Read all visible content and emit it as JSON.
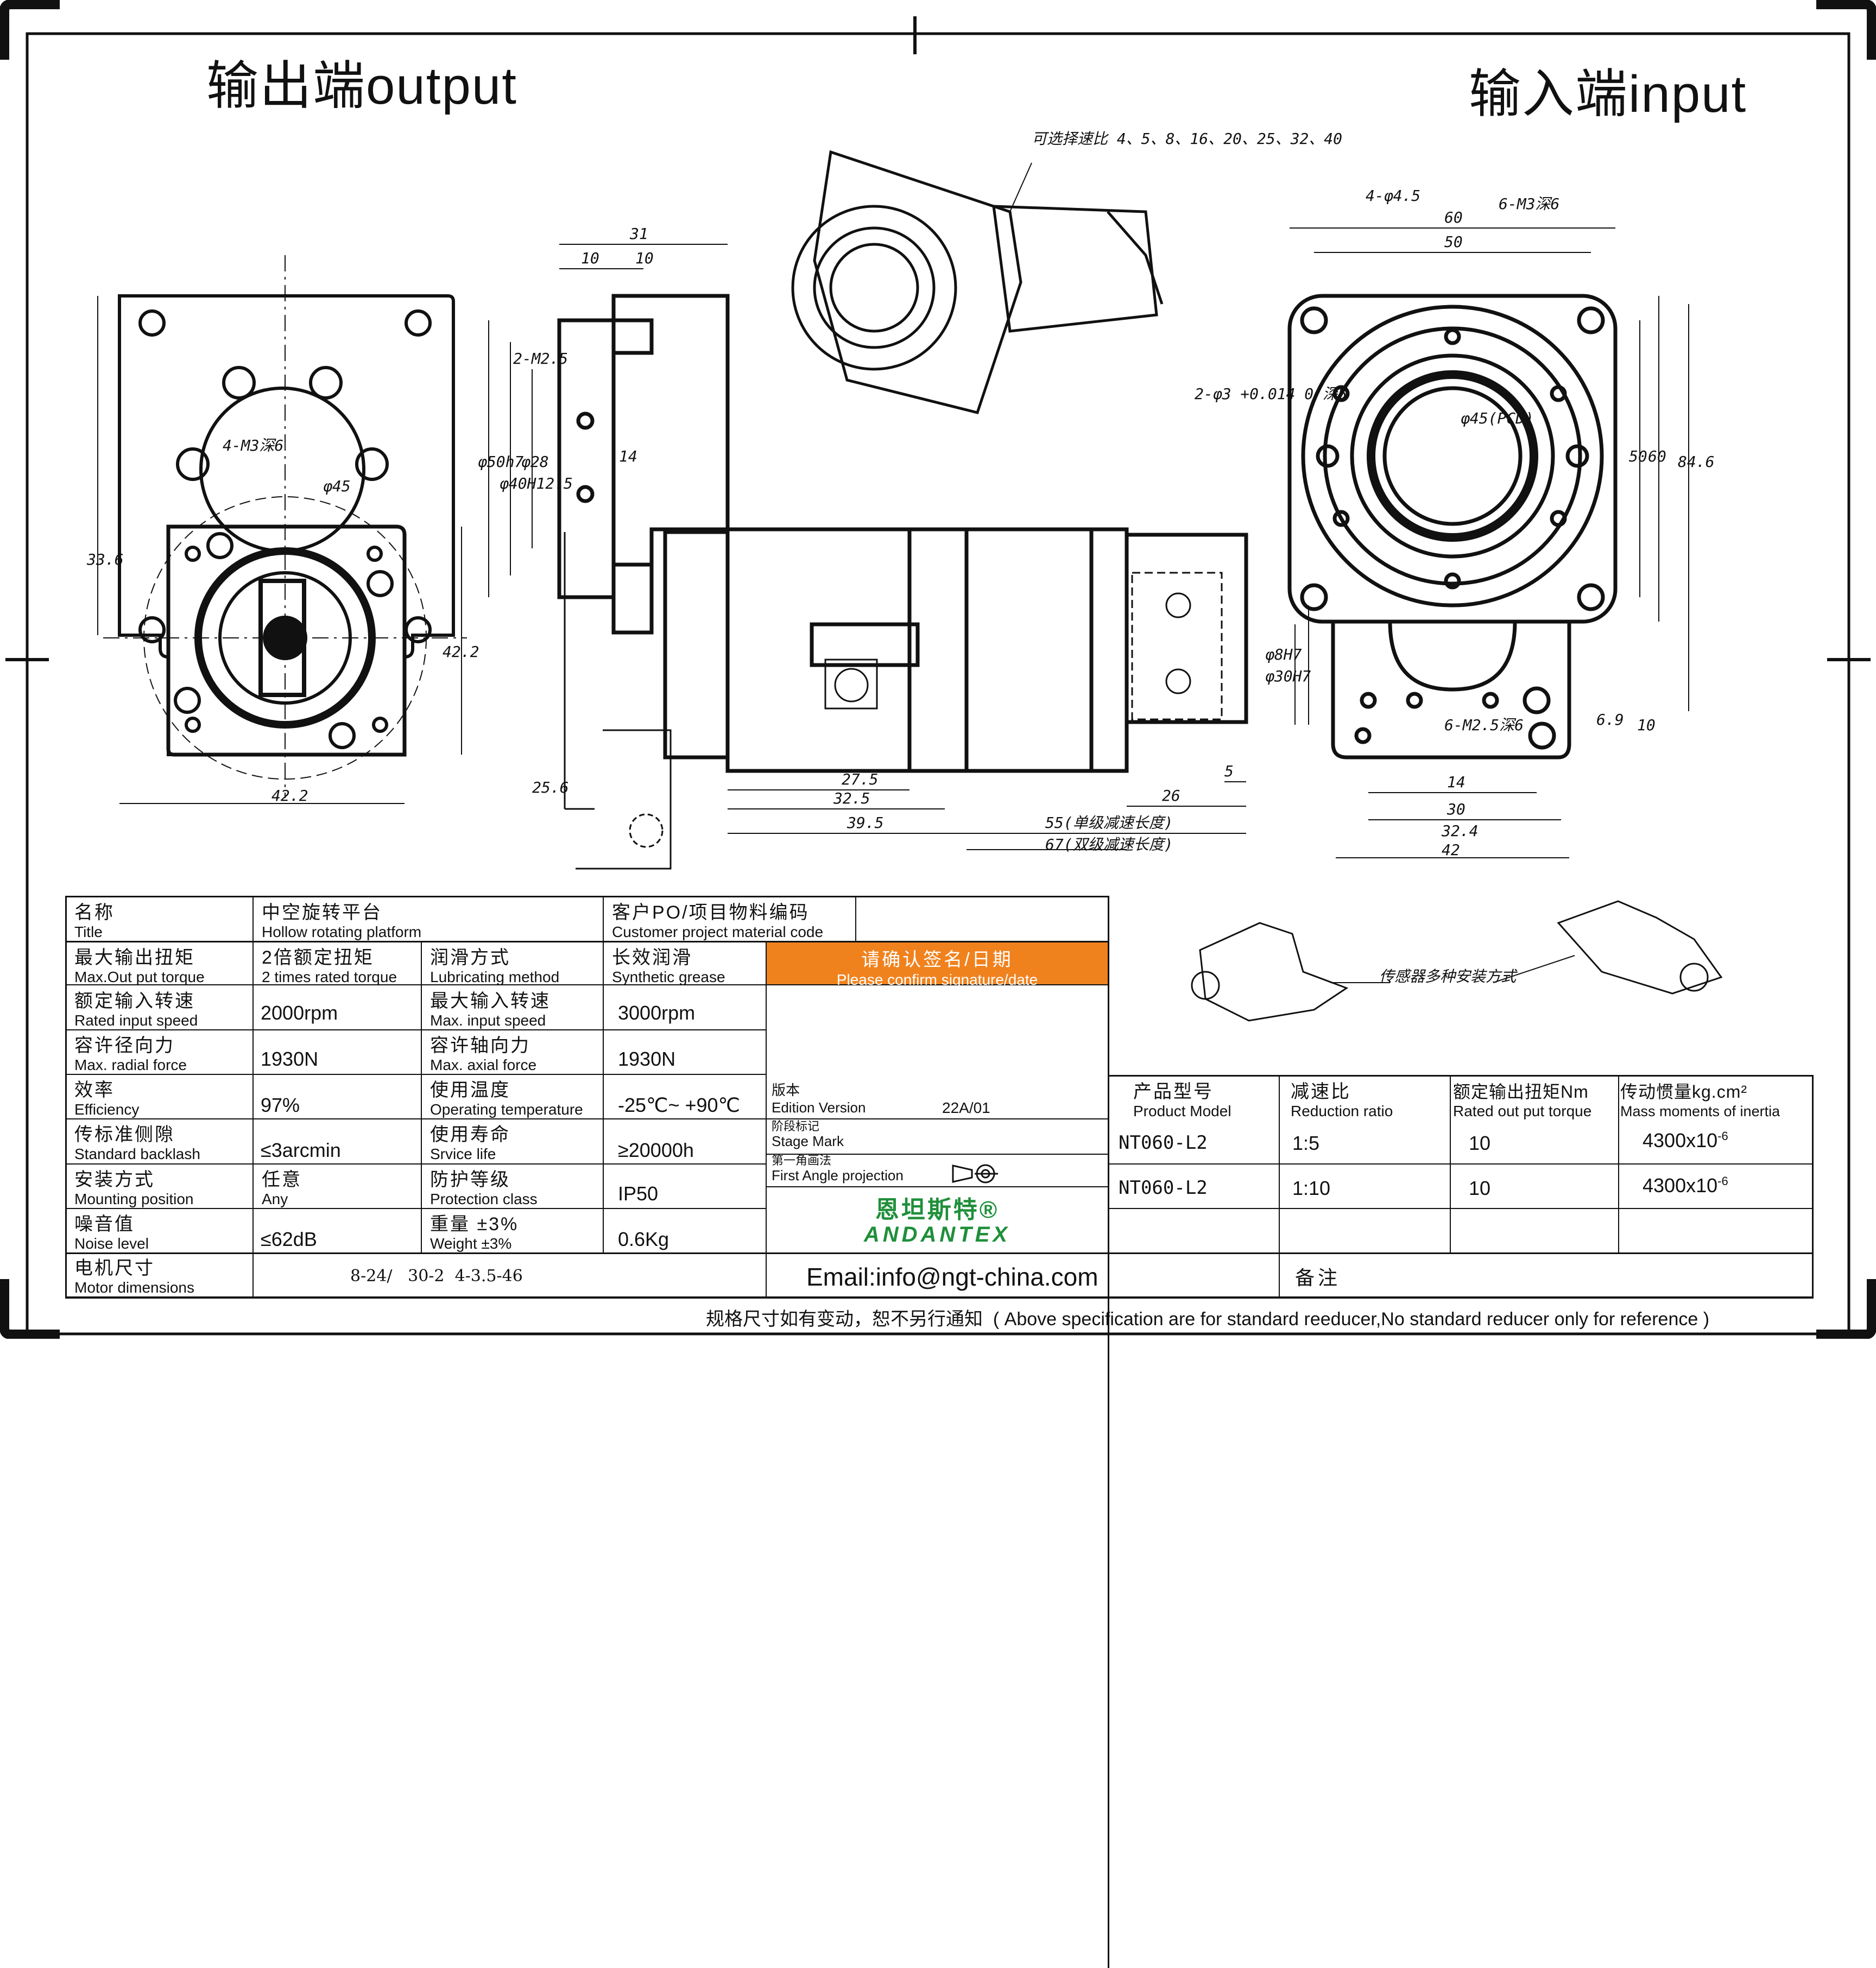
{
  "header": {
    "output_label": "输出端output",
    "input_label": "输入端input"
  },
  "drawing": {
    "ratio_note": "可选择速比 4、5、8、16、20、25、32、40",
    "sensor_note": "传感器多种安装方式",
    "dims": {
      "left_4m3": "4-M3深6",
      "left_phi45": "φ45",
      "left_33_6": "33.6",
      "left_42_2_v": "42.2",
      "left_42_2_h": "42.2",
      "mid_31": "31",
      "mid_10a": "10",
      "mid_10b": "10",
      "mid_2m25": "2-M2.5",
      "mid_phi50": "φ50h7",
      "mid_phi40": "φ40H12.5",
      "mid_phi28": "φ28",
      "mid_14": "14",
      "mid_25_6": "25.6",
      "mid_27_5": "27.5",
      "mid_32_5": "32.5",
      "mid_39_5": "39.5",
      "mid_55": "55(单级减速长度)",
      "mid_67": "67(双级减速长度)",
      "mid_26": "26",
      "mid_5": "5",
      "mid_phi8": "φ8H7",
      "mid_phi30": "φ30H7",
      "right_4phi45": "4-φ4.5",
      "right_6m3": "6-M3深6",
      "right_60": "60",
      "right_50": "50",
      "right_2phi3": "2-φ3 +0.014 0 深5",
      "right_phi45pcd": "φ45(PCD)",
      "right_v50": "50",
      "right_v60": "60",
      "right_v84": "84.6",
      "right_6m25": "6-M2.5深6",
      "right_6_9": "6.9",
      "right_10": "10",
      "right_14": "14",
      "right_30": "30",
      "right_32_4": "32.4",
      "right_42": "42"
    }
  },
  "table": {
    "title": {
      "cn": "名称",
      "en": "Title"
    },
    "title_value": {
      "cn": "中空旋转平台",
      "en": "Hollow rotating platform"
    },
    "customer": {
      "cn": "客户PO/项目物料编码",
      "en": "Customer project material code"
    },
    "rows": [
      {
        "l1cn": "最大输出扭矩",
        "l1en": "Max.Out put torque",
        "v1cn": "2倍额定扭矩",
        "v1en": "2 times rated torque",
        "l2cn": "润滑方式",
        "l2en": "Lubricating method",
        "v2cn": "长效润滑",
        "v2en": "Synthetic grease"
      },
      {
        "l1cn": "额定输入转速",
        "l1en": "Rated input speed",
        "v1": "2000rpm",
        "l2cn": "最大输入转速",
        "l2en": "Max. input speed",
        "v2": "3000rpm"
      },
      {
        "l1cn": "容许径向力",
        "l1en": "Max. radial force",
        "v1": "1930N",
        "l2cn": "容许轴向力",
        "l2en": "Max. axial force",
        "v2": "1930N"
      },
      {
        "l1cn": "效率",
        "l1en": "Efficiency",
        "v1": "97%",
        "l2cn": "使用温度",
        "l2en": "Operating temperature",
        "v2": "-25℃~ +90℃"
      },
      {
        "l1cn": "传标准侧隙",
        "l1en": "Standard backlash",
        "v1": "≤3arcmin",
        "l2cn": "使用寿命",
        "l2en": "Srvice life",
        "v2": "≥20000h"
      },
      {
        "l1cn": "安装方式",
        "l1en": "Mounting position",
        "v1cn": "任意",
        "v1en": "Any",
        "l2cn": "防护等级",
        "l2en": "Protection class",
        "v2": "IP50"
      },
      {
        "l1cn": "噪音值",
        "l1en": "Noise level",
        "v1": "≤62dB",
        "l2cn": "重量 ±3%",
        "l2en": "Weight ±3%",
        "v2": "0.6Kg"
      }
    ],
    "motor": {
      "cn": "电机尺寸",
      "en": "Motor dimensions",
      "value": "8-24/   30-2  4-3.5-46"
    },
    "confirm": {
      "cn": "请确认签名/日期",
      "en": "Please confirm signature/date",
      "color": "#f0821e"
    },
    "edition": {
      "cn": "版本",
      "en": "Edition Version",
      "value": "22A/01"
    },
    "stage": {
      "cn": "阶段标记",
      "en": "Stage Mark"
    },
    "projection": {
      "cn": "第一角画法",
      "en": "First Angle projection"
    },
    "logo": {
      "cn": "恩坦斯特®",
      "en": "ANDANTEX",
      "color": "#1f8f3a"
    },
    "email": "Email:info@ngt-china.com",
    "remark": "备注",
    "product": {
      "h_model": {
        "cn": "产品型号",
        "en": "Product Model"
      },
      "h_ratio": {
        "cn": "减速比",
        "en": "Reduction ratio"
      },
      "h_torque": {
        "cn": "额定输出扭矩Nm",
        "en": "Rated out put torque"
      },
      "h_inertia": {
        "cn": "传动惯量kg.cm²",
        "en": "Mass moments of inertia"
      },
      "rows": [
        {
          "model": "NT060-L2",
          "ratio": "1:5",
          "torque": "10",
          "inertia": "4300x10",
          "exp": "-6"
        },
        {
          "model": "NT060-L2",
          "ratio": "1:10",
          "torque": "10",
          "inertia": "4300x10",
          "exp": "-6"
        }
      ]
    }
  },
  "footer": "规格尺寸如有变动，恕不另行通知  ( Above specification are for standard reeducer,No standard reducer only for reference )"
}
